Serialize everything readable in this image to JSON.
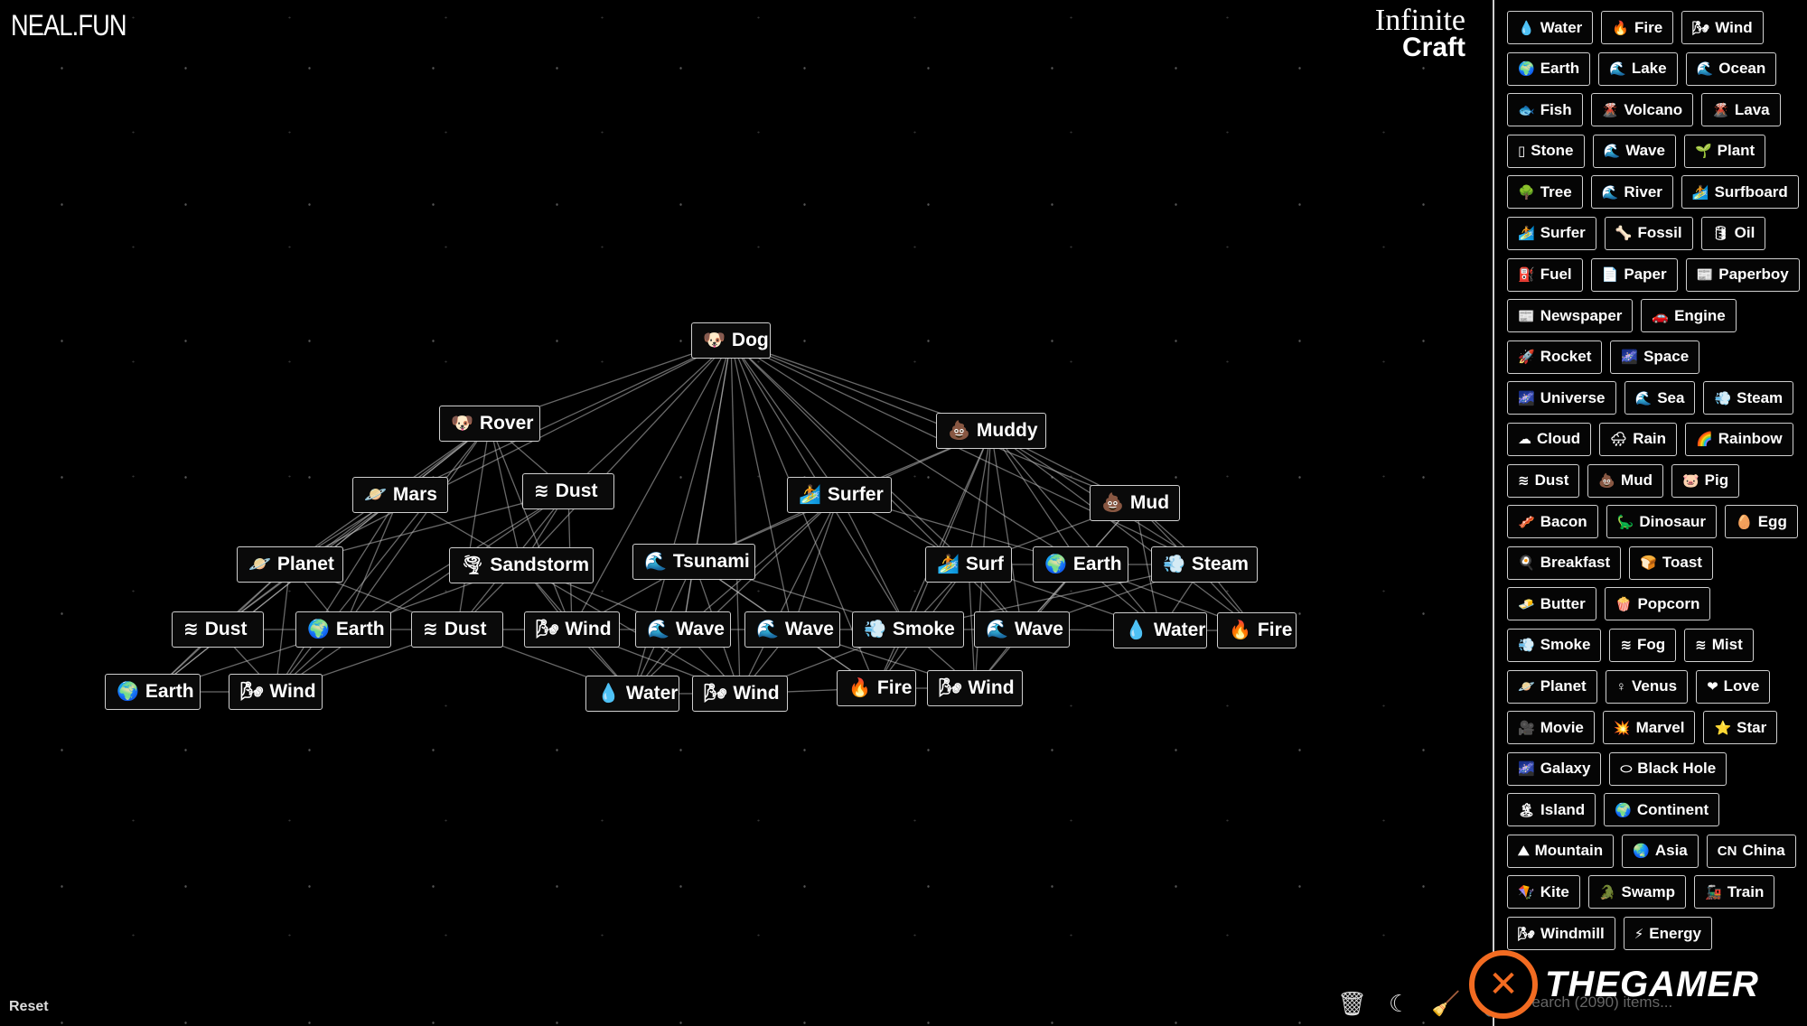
{
  "logo": "NEAL.FUN",
  "brand": {
    "line1": "Infinite",
    "line2": "Craft"
  },
  "reset_label": "Reset",
  "search_placeholder": "Search (2090) items...",
  "watermark": "THEGAMER",
  "tools": [
    {
      "icon": "trash-icon",
      "glyph": "🗑"
    },
    {
      "icon": "moon-icon",
      "glyph": "☾"
    },
    {
      "icon": "broom-icon",
      "glyph": "🧹"
    },
    {
      "icon": "speaker-icon",
      "glyph": "🔊"
    }
  ],
  "nodes": [
    {
      "id": "dog",
      "label": "Dog",
      "icon": "🐶"
    },
    {
      "id": "rover",
      "label": "Rover",
      "icon": "🐶"
    },
    {
      "id": "muddy",
      "label": "Muddy",
      "icon": "💩"
    },
    {
      "id": "mars",
      "label": "Mars",
      "icon": "🪐"
    },
    {
      "id": "dust1",
      "label": "Dust",
      "icon": "≋"
    },
    {
      "id": "surfer",
      "label": "Surfer",
      "icon": "🏄"
    },
    {
      "id": "mud",
      "label": "Mud",
      "icon": "💩"
    },
    {
      "id": "planet",
      "label": "Planet",
      "icon": "🪐"
    },
    {
      "id": "sandstorm",
      "label": "Sandstorm",
      "icon": "🌪"
    },
    {
      "id": "tsunami",
      "label": "Tsunami",
      "icon": "🌊"
    },
    {
      "id": "surf",
      "label": "Surf",
      "icon": "🏄"
    },
    {
      "id": "earth1",
      "label": "Earth",
      "icon": "🌍"
    },
    {
      "id": "steam",
      "label": "Steam",
      "icon": "💨"
    },
    {
      "id": "dust2",
      "label": "Dust",
      "icon": "≋"
    },
    {
      "id": "earth2",
      "label": "Earth",
      "icon": "🌍"
    },
    {
      "id": "dust3",
      "label": "Dust",
      "icon": "≋"
    },
    {
      "id": "wind1",
      "label": "Wind",
      "icon": "🌬"
    },
    {
      "id": "wave1",
      "label": "Wave",
      "icon": "🌊"
    },
    {
      "id": "wave2",
      "label": "Wave",
      "icon": "🌊"
    },
    {
      "id": "smoke",
      "label": "Smoke",
      "icon": "💨"
    },
    {
      "id": "wave3",
      "label": "Wave",
      "icon": "🌊"
    },
    {
      "id": "water1",
      "label": "Water",
      "icon": "💧"
    },
    {
      "id": "fire1",
      "label": "Fire",
      "icon": "🔥"
    },
    {
      "id": "earth3",
      "label": "Earth",
      "icon": "🌍"
    },
    {
      "id": "wind2",
      "label": "Wind",
      "icon": "🌬"
    },
    {
      "id": "water2",
      "label": "Water",
      "icon": "💧"
    },
    {
      "id": "wind3",
      "label": "Wind",
      "icon": "🌬"
    },
    {
      "id": "fire2",
      "label": "Fire",
      "icon": "🔥"
    },
    {
      "id": "wind4",
      "label": "Wind",
      "icon": "🌬"
    }
  ],
  "links": [
    [
      "dog",
      "rover"
    ],
    [
      "dog",
      "muddy"
    ],
    [
      "dog",
      "mars"
    ],
    [
      "dog",
      "dust1"
    ],
    [
      "dog",
      "surfer"
    ],
    [
      "dog",
      "mud"
    ],
    [
      "dog",
      "planet"
    ],
    [
      "dog",
      "sandstorm"
    ],
    [
      "dog",
      "tsunami"
    ],
    [
      "dog",
      "surf"
    ],
    [
      "dog",
      "earth1"
    ],
    [
      "dog",
      "steam"
    ],
    [
      "dog",
      "wind1"
    ],
    [
      "dog",
      "wave1"
    ],
    [
      "dog",
      "wave2"
    ],
    [
      "dog",
      "smoke"
    ],
    [
      "dog",
      "wave3"
    ],
    [
      "dog",
      "water2"
    ],
    [
      "dog",
      "wind3"
    ],
    [
      "dog",
      "fire2"
    ],
    [
      "rover",
      "mars"
    ],
    [
      "rover",
      "dust1"
    ],
    [
      "rover",
      "planet"
    ],
    [
      "rover",
      "sandstorm"
    ],
    [
      "rover",
      "dust2"
    ],
    [
      "rover",
      "earth2"
    ],
    [
      "rover",
      "dust3"
    ],
    [
      "rover",
      "wind1"
    ],
    [
      "rover",
      "earth3"
    ],
    [
      "rover",
      "wind2"
    ],
    [
      "muddy",
      "surfer"
    ],
    [
      "muddy",
      "mud"
    ],
    [
      "muddy",
      "surf"
    ],
    [
      "muddy",
      "earth1"
    ],
    [
      "muddy",
      "steam"
    ],
    [
      "muddy",
      "smoke"
    ],
    [
      "muddy",
      "wave3"
    ],
    [
      "muddy",
      "water1"
    ],
    [
      "muddy",
      "fire1"
    ],
    [
      "muddy",
      "fire2"
    ],
    [
      "muddy",
      "wind4"
    ],
    [
      "muddy",
      "tsunami"
    ],
    [
      "mars",
      "planet"
    ],
    [
      "mars",
      "dust2"
    ],
    [
      "mars",
      "earth2"
    ],
    [
      "mars",
      "earth3"
    ],
    [
      "mars",
      "wind2"
    ],
    [
      "mars",
      "sandstorm"
    ],
    [
      "dust1",
      "sandstorm"
    ],
    [
      "dust1",
      "dust3"
    ],
    [
      "dust1",
      "wind1"
    ],
    [
      "dust1",
      "earth2"
    ],
    [
      "dust1",
      "wind2"
    ],
    [
      "dust1",
      "planet"
    ],
    [
      "surfer",
      "surf"
    ],
    [
      "surfer",
      "tsunami"
    ],
    [
      "surfer",
      "wave1"
    ],
    [
      "surfer",
      "wave2"
    ],
    [
      "surfer",
      "smoke"
    ],
    [
      "surfer",
      "water2"
    ],
    [
      "surfer",
      "wind3"
    ],
    [
      "surfer",
      "earth1"
    ],
    [
      "mud",
      "earth1"
    ],
    [
      "mud",
      "steam"
    ],
    [
      "mud",
      "water1"
    ],
    [
      "mud",
      "fire1"
    ],
    [
      "mud",
      "surf"
    ],
    [
      "mud",
      "wave3"
    ],
    [
      "planet",
      "dust2"
    ],
    [
      "planet",
      "earth2"
    ],
    [
      "planet",
      "earth3"
    ],
    [
      "planet",
      "wind2"
    ],
    [
      "planet",
      "dust3"
    ],
    [
      "sandstorm",
      "dust3"
    ],
    [
      "sandstorm",
      "wind1"
    ],
    [
      "sandstorm",
      "earth2"
    ],
    [
      "sandstorm",
      "wave1"
    ],
    [
      "sandstorm",
      "water2"
    ],
    [
      "sandstorm",
      "wind3"
    ],
    [
      "tsunami",
      "wind1"
    ],
    [
      "tsunami",
      "wave1"
    ],
    [
      "tsunami",
      "wave2"
    ],
    [
      "tsunami",
      "smoke"
    ],
    [
      "tsunami",
      "water2"
    ],
    [
      "tsunami",
      "wind3"
    ],
    [
      "tsunami",
      "fire2"
    ],
    [
      "surf",
      "wave3"
    ],
    [
      "surf",
      "smoke"
    ],
    [
      "surf",
      "wind4"
    ],
    [
      "surf",
      "fire2"
    ],
    [
      "surf",
      "water1"
    ],
    [
      "surf",
      "earth1"
    ],
    [
      "earth1",
      "water1"
    ],
    [
      "earth1",
      "fire1"
    ],
    [
      "earth1",
      "wave3"
    ],
    [
      "earth1",
      "wind4"
    ],
    [
      "earth1",
      "steam"
    ],
    [
      "steam",
      "water1"
    ],
    [
      "steam",
      "fire1"
    ],
    [
      "steam",
      "wave3"
    ],
    [
      "steam",
      "smoke"
    ],
    [
      "dust2",
      "earth2"
    ],
    [
      "dust2",
      "earth3"
    ],
    [
      "dust2",
      "wind2"
    ],
    [
      "earth2",
      "dust3"
    ],
    [
      "earth2",
      "earth3"
    ],
    [
      "earth2",
      "wind2"
    ],
    [
      "dust3",
      "wind1"
    ],
    [
      "dust3",
      "water2"
    ],
    [
      "dust3",
      "wind2"
    ],
    [
      "wind1",
      "wave1"
    ],
    [
      "wind1",
      "water2"
    ],
    [
      "wind1",
      "wind3"
    ],
    [
      "wave1",
      "wave2"
    ],
    [
      "wave1",
      "water2"
    ],
    [
      "wave1",
      "wind3"
    ],
    [
      "wave2",
      "smoke"
    ],
    [
      "wave2",
      "wind3"
    ],
    [
      "wave2",
      "fire2"
    ],
    [
      "smoke",
      "wave3"
    ],
    [
      "smoke",
      "fire2"
    ],
    [
      "smoke",
      "wind4"
    ],
    [
      "wave3",
      "water1"
    ],
    [
      "wave3",
      "wind4"
    ],
    [
      "water1",
      "fire1"
    ],
    [
      "earth3",
      "wind2"
    ],
    [
      "water2",
      "wind3"
    ],
    [
      "wind3",
      "fire2"
    ],
    [
      "fire2",
      "wind4"
    ],
    [
      "smoke",
      "wind3"
    ],
    [
      "wave2",
      "wind4"
    ]
  ],
  "items": [
    {
      "label": "Water",
      "icon": "💧"
    },
    {
      "label": "Fire",
      "icon": "🔥"
    },
    {
      "label": "Wind",
      "icon": "🌬"
    },
    {
      "label": "Earth",
      "icon": "🌍"
    },
    {
      "label": "Lake",
      "icon": "🌊"
    },
    {
      "label": "Ocean",
      "icon": "🌊"
    },
    {
      "label": "Fish",
      "icon": "🐟"
    },
    {
      "label": "Volcano",
      "icon": "🌋"
    },
    {
      "label": "Lava",
      "icon": "🌋"
    },
    {
      "label": "Stone",
      "icon": "▯"
    },
    {
      "label": "Wave",
      "icon": "🌊"
    },
    {
      "label": "Plant",
      "icon": "🌱"
    },
    {
      "label": "Tree",
      "icon": "🌳"
    },
    {
      "label": "River",
      "icon": "🌊"
    },
    {
      "label": "Surfboard",
      "icon": "🏄"
    },
    {
      "label": "Surfer",
      "icon": "🏄"
    },
    {
      "label": "Fossil",
      "icon": "🦴"
    },
    {
      "label": "Oil",
      "icon": "🛢"
    },
    {
      "label": "Fuel",
      "icon": "⛽"
    },
    {
      "label": "Paper",
      "icon": "📄"
    },
    {
      "label": "Paperboy",
      "icon": "📰"
    },
    {
      "label": "Newspaper",
      "icon": "📰"
    },
    {
      "label": "Engine",
      "icon": "🚗"
    },
    {
      "label": "Rocket",
      "icon": "🚀"
    },
    {
      "label": "Space",
      "icon": "🌌"
    },
    {
      "label": "Universe",
      "icon": "🌌"
    },
    {
      "label": "Sea",
      "icon": "🌊"
    },
    {
      "label": "Steam",
      "icon": "💨"
    },
    {
      "label": "Cloud",
      "icon": "☁"
    },
    {
      "label": "Rain",
      "icon": "🌧"
    },
    {
      "label": "Rainbow",
      "icon": "🌈"
    },
    {
      "label": "Dust",
      "icon": "≋"
    },
    {
      "label": "Mud",
      "icon": "💩"
    },
    {
      "label": "Pig",
      "icon": "🐷"
    },
    {
      "label": "Bacon",
      "icon": "🥓"
    },
    {
      "label": "Dinosaur",
      "icon": "🦕"
    },
    {
      "label": "Egg",
      "icon": "🥚"
    },
    {
      "label": "Breakfast",
      "icon": "🍳"
    },
    {
      "label": "Toast",
      "icon": "🍞"
    },
    {
      "label": "Butter",
      "icon": "🧈"
    },
    {
      "label": "Popcorn",
      "icon": "🍿"
    },
    {
      "label": "Smoke",
      "icon": "💨"
    },
    {
      "label": "Fog",
      "icon": "≋"
    },
    {
      "label": "Mist",
      "icon": "≋"
    },
    {
      "label": "Planet",
      "icon": "🪐"
    },
    {
      "label": "Venus",
      "icon": "♀"
    },
    {
      "label": "Love",
      "icon": "❤"
    },
    {
      "label": "Movie",
      "icon": "🎥"
    },
    {
      "label": "Marvel",
      "icon": "💥"
    },
    {
      "label": "Star",
      "icon": "⭐"
    },
    {
      "label": "Galaxy",
      "icon": "🌌"
    },
    {
      "label": "Black Hole",
      "icon": "⬭"
    },
    {
      "label": "Island",
      "icon": "🏝"
    },
    {
      "label": "Continent",
      "icon": "🌍"
    },
    {
      "label": "Mountain",
      "icon": "⛰"
    },
    {
      "label": "Asia",
      "icon": "🌏"
    },
    {
      "label": "China",
      "icon": "CN"
    },
    {
      "label": "Kite",
      "icon": "🪁"
    },
    {
      "label": "Swamp",
      "icon": "🐊"
    },
    {
      "label": "Train",
      "icon": "🚂"
    },
    {
      "label": "Windmill",
      "icon": "🌬"
    },
    {
      "label": "Energy",
      "icon": "⚡"
    }
  ]
}
